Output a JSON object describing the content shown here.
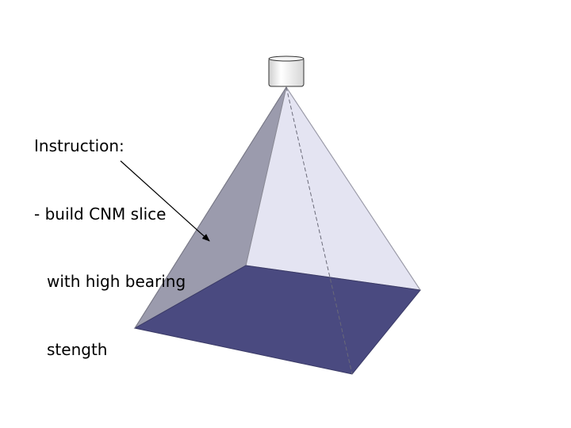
{
  "instruction": {
    "heading": "Instruction:",
    "lines": [
      "- build CNM slice",
      "with high bearing",
      "stength"
    ]
  },
  "colors": {
    "base": "#4a4a80",
    "left_face": "#9b9bad",
    "right_face": "#e4e4f2",
    "edge": "#888888",
    "hidden_edge": "#666666",
    "cap": "#f0f0f0",
    "cap_edge": "#333333",
    "arrow": "#000000"
  }
}
